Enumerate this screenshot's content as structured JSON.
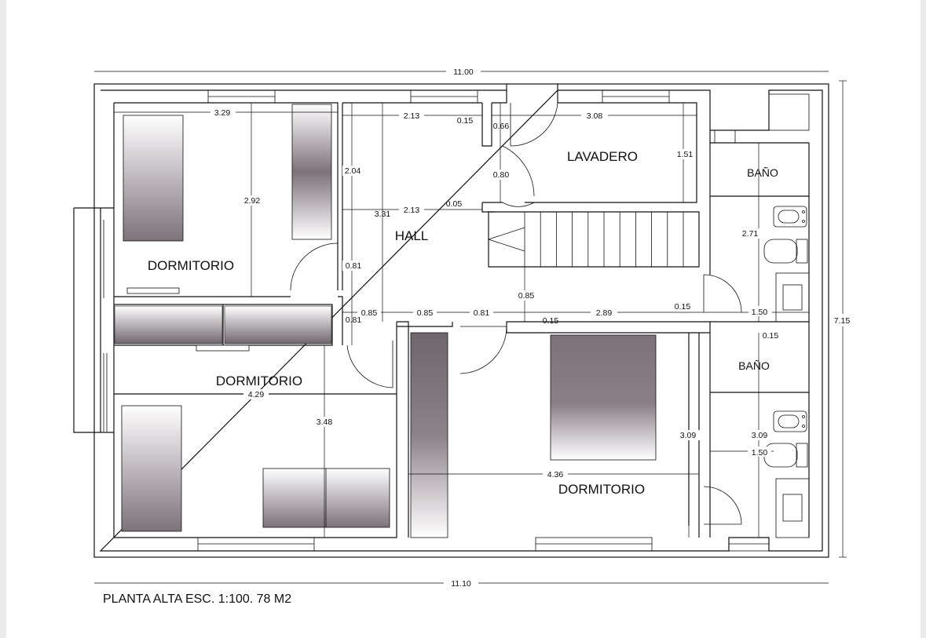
{
  "plan": {
    "caption": "PLANTA ALTA ESC. 1:100. 78 M2",
    "rooms": {
      "dorm1": "DORMITORIO",
      "dorm2": "DORMITORIO",
      "dorm3": "DORMITORIO",
      "hall": "HALL",
      "lavadero": "LAVADERO",
      "bano1": "BAÑO",
      "bano2": "BAÑO"
    },
    "dims": {
      "overall_top": "11.00",
      "overall_bottom": "11.10",
      "overall_right": "7.15",
      "d329": "3.29",
      "d292": "2.92",
      "d213a": "2.13",
      "d015a": "0.15",
      "d066": "0.66",
      "d308": "3.08",
      "d151": "1.51",
      "d204": "2.04",
      "d080": "0.80",
      "d331": "3.31",
      "d213b": "2.13",
      "d005": "0.05",
      "d081a": "0.81",
      "d085a": "0.85",
      "d271": "2.71",
      "d085b": "0.85",
      "d085c": "0.85",
      "d081b": "0.81",
      "d289": "2.89",
      "d015b": "0.15",
      "d150a": "1.50",
      "d081c": "0.81",
      "d015c": "0.15",
      "d015d": "0.15",
      "d429": "4.29",
      "d348": "3.48",
      "d309a": "3.09",
      "d309b": "3.09",
      "d150b": "1.50",
      "d436": "4.36"
    }
  }
}
